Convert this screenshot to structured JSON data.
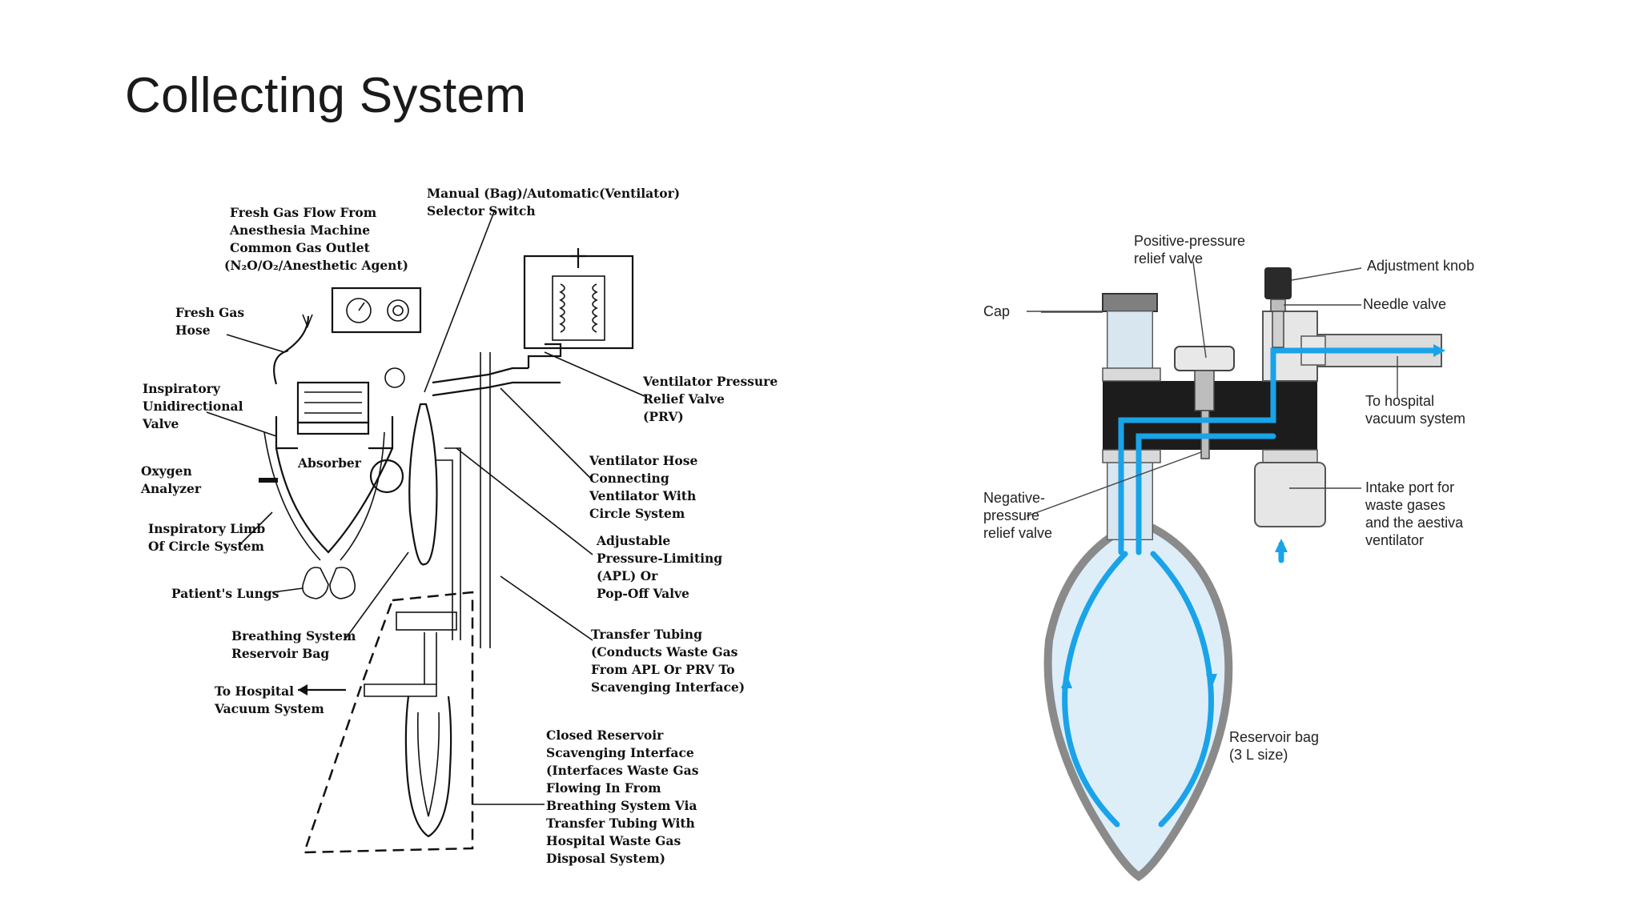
{
  "slide": {
    "title": "Collecting System"
  },
  "left_diagram": {
    "labels": {
      "fresh_gas_flow": [
        "Fresh Gas Flow From",
        "Anesthesia Machine",
        "Common Gas Outlet",
        "(N₂O/O₂/Anesthetic Agent)"
      ],
      "selector_switch": [
        "Manual (Bag)/Automatic(Ventilator)",
        "Selector Switch"
      ],
      "fresh_gas_hose": [
        "Fresh Gas",
        "Hose"
      ],
      "inspiratory_valve": [
        "Inspiratory",
        "Unidirectional",
        "Valve"
      ],
      "absorber": [
        "Absorber"
      ],
      "oxygen_analyzer": [
        "Oxygen",
        "Analyzer"
      ],
      "inspiratory_limb": [
        "Inspiratory Limb",
        "Of Circle System"
      ],
      "patients_lungs": [
        "Patient's Lungs"
      ],
      "reservoir_bag": [
        "Breathing System",
        "Reservoir Bag"
      ],
      "to_hospital_vacuum": [
        "To Hospital",
        "Vacuum System"
      ],
      "ventilator_prv": [
        "Ventilator Pressure",
        "Relief Valve",
        "(PRV)"
      ],
      "ventilator_hose": [
        "Ventilator Hose",
        "Connecting",
        "Ventilator With",
        "Circle System"
      ],
      "apl_valve": [
        "Adjustable",
        "Pressure-Limiting",
        "(APL) Or",
        "Pop-Off Valve"
      ],
      "transfer_tubing": [
        "Transfer Tubing",
        "(Conducts Waste Gas",
        "From APL Or PRV To",
        "Scavenging Interface)"
      ],
      "closed_reservoir": [
        "Closed Reservoir",
        "Scavenging Interface",
        "(Interfaces Waste Gas",
        "Flowing In From",
        "Breathing System Via",
        "Transfer Tubing With",
        "Hospital Waste Gas",
        "Disposal System)"
      ]
    }
  },
  "right_diagram": {
    "labels": {
      "positive_pressure": [
        "Positive-pressure",
        "relief valve"
      ],
      "adjustment_knob": [
        "Adjustment knob"
      ],
      "cap": [
        "Cap"
      ],
      "needle_valve": [
        "Needle valve"
      ],
      "to_hospital": [
        "To hospital",
        "vacuum system"
      ],
      "negative_pressure": [
        "Negative-",
        "pressure",
        "relief valve"
      ],
      "intake_port": [
        "Intake port for",
        "waste gases",
        "and the aestiva",
        "ventilator"
      ],
      "reservoir_bag": [
        "Reservoir bag",
        "(3 L size)"
      ]
    },
    "colors": {
      "flow": "#1aa3e8",
      "bag_fill": "#ddeef9",
      "body_dark": "#1c1c1c",
      "body_gray": "#d9d9d9"
    }
  }
}
